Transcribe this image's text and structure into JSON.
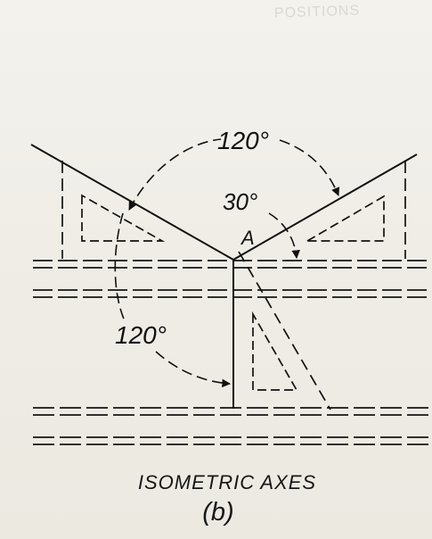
{
  "page": {
    "faint_header_text": "POSITIONS"
  },
  "diagram": {
    "angle_top": "120°",
    "angle_right": "30°",
    "angle_bottom": "120°",
    "point_label": "A",
    "caption_title": "ISOMETRIC AXES",
    "caption_label": "(b)"
  },
  "colors": {
    "paper": "#efede6",
    "ink": "#111111",
    "faint_text": "#c8c4bd"
  },
  "icons": {
    "left_triangle": "triangle-icon",
    "right_triangle": "triangle-icon",
    "lower_triangle": "triangle-icon"
  }
}
